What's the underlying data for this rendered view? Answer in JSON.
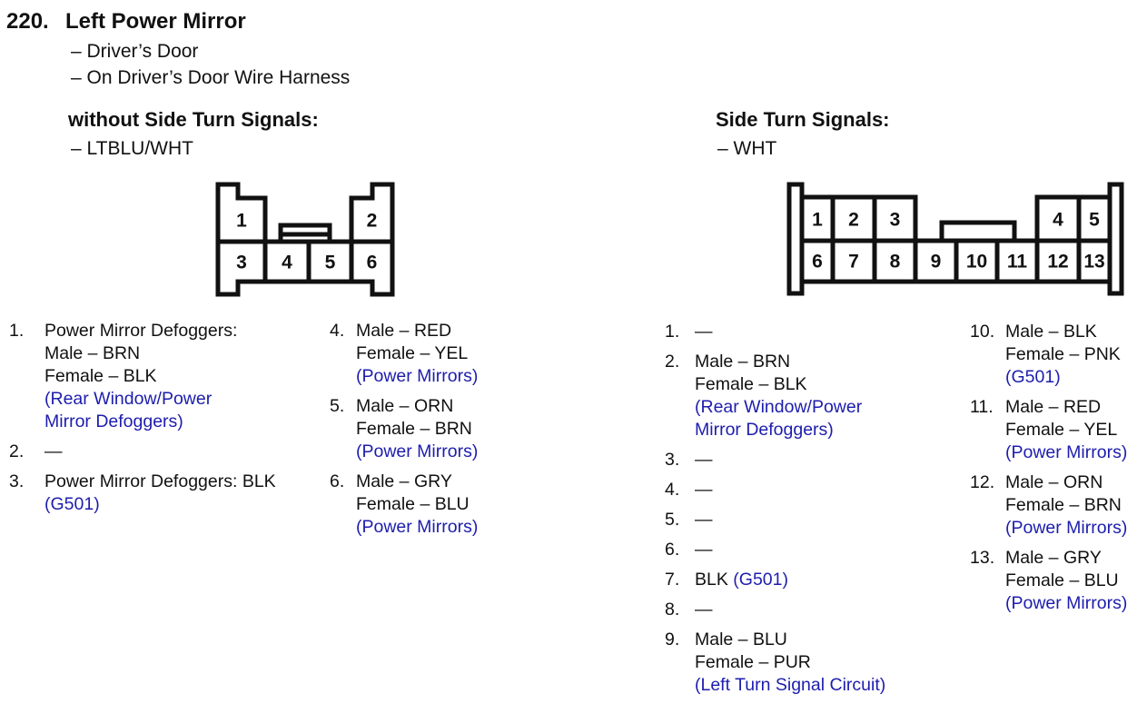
{
  "page": {
    "background": "#ffffff",
    "text_color": "#111111",
    "circuit_link_color": "#1d1dae"
  },
  "header": {
    "number": "220.",
    "title": "Left Power Mirror",
    "subitems": [
      "– Driver’s Door",
      "– On Driver’s Door Wire Harness"
    ]
  },
  "sections": {
    "left": {
      "heading": "without Side Turn Signals:",
      "wire": "– LTBLU/WHT",
      "connector": {
        "pins": [
          "1",
          "2",
          "3",
          "4",
          "5",
          "6"
        ]
      },
      "list_col1": [
        {
          "num": "1.",
          "lines": [
            [
              {
                "t": "Power Mirror Defoggers:"
              }
            ],
            [
              {
                "t": "Male – BRN"
              }
            ],
            [
              {
                "t": "Female – BLK"
              }
            ],
            [
              {
                "t": "(Rear Window/Power",
                "blue": true
              }
            ],
            [
              {
                "t": "Mirror Defoggers)",
                "blue": true
              }
            ]
          ]
        },
        {
          "num": "2.",
          "lines": [
            [
              {
                "t": "—"
              }
            ]
          ]
        },
        {
          "num": "3.",
          "lines": [
            [
              {
                "t": "Power Mirror Defoggers: BLK"
              }
            ],
            [
              {
                "t": "(G501)",
                "blue": true
              }
            ]
          ]
        }
      ],
      "list_col2": [
        {
          "num": "4.",
          "lines": [
            [
              {
                "t": "Male – RED"
              }
            ],
            [
              {
                "t": "Female – YEL"
              }
            ],
            [
              {
                "t": "(Power Mirrors)",
                "blue": true
              }
            ]
          ]
        },
        {
          "num": "5.",
          "lines": [
            [
              {
                "t": "Male – ORN"
              }
            ],
            [
              {
                "t": "Female – BRN"
              }
            ],
            [
              {
                "t": "(Power Mirrors)",
                "blue": true
              }
            ]
          ]
        },
        {
          "num": "6.",
          "lines": [
            [
              {
                "t": "Male – GRY"
              }
            ],
            [
              {
                "t": "Female – BLU"
              }
            ],
            [
              {
                "t": "(Power Mirrors)",
                "blue": true
              }
            ]
          ]
        }
      ]
    },
    "right": {
      "heading": "Side Turn Signals:",
      "wire": "– WHT",
      "connector": {
        "pins": [
          "1",
          "2",
          "3",
          "4",
          "5",
          "6",
          "7",
          "8",
          "9",
          "10",
          "11",
          "12",
          "13"
        ]
      },
      "list_col1": [
        {
          "num": "1.",
          "lines": [
            [
              {
                "t": "—"
              }
            ]
          ]
        },
        {
          "num": "2.",
          "lines": [
            [
              {
                "t": "Male – BRN"
              }
            ],
            [
              {
                "t": "Female – BLK"
              }
            ],
            [
              {
                "t": "(Rear Window/Power",
                "blue": true
              }
            ],
            [
              {
                "t": "Mirror Defoggers)",
                "blue": true
              }
            ]
          ]
        },
        {
          "num": "3.",
          "lines": [
            [
              {
                "t": "—"
              }
            ]
          ]
        },
        {
          "num": "4.",
          "lines": [
            [
              {
                "t": "—"
              }
            ]
          ]
        },
        {
          "num": "5.",
          "lines": [
            [
              {
                "t": "—"
              }
            ]
          ]
        },
        {
          "num": "6.",
          "lines": [
            [
              {
                "t": "—"
              }
            ]
          ]
        },
        {
          "num": "7.",
          "lines": [
            [
              {
                "t": "BLK "
              },
              {
                "t": "(G501)",
                "blue": true
              }
            ]
          ]
        },
        {
          "num": "8.",
          "lines": [
            [
              {
                "t": "—"
              }
            ]
          ]
        },
        {
          "num": "9.",
          "lines": [
            [
              {
                "t": "Male – BLU"
              }
            ],
            [
              {
                "t": "Female – PUR"
              }
            ],
            [
              {
                "t": "(Left Turn Signal Circuit)",
                "blue": true
              }
            ]
          ]
        }
      ],
      "list_col2": [
        {
          "num": "10.",
          "lines": [
            [
              {
                "t": "Male – BLK"
              }
            ],
            [
              {
                "t": "Female – PNK"
              }
            ],
            [
              {
                "t": "(G501)",
                "blue": true
              }
            ]
          ]
        },
        {
          "num": "11.",
          "lines": [
            [
              {
                "t": "Male – RED"
              }
            ],
            [
              {
                "t": "Female – YEL"
              }
            ],
            [
              {
                "t": "(Power Mirrors)",
                "blue": true
              }
            ]
          ]
        },
        {
          "num": "12.",
          "lines": [
            [
              {
                "t": "Male – ORN"
              }
            ],
            [
              {
                "t": "Female – BRN"
              }
            ],
            [
              {
                "t": "(Power Mirrors)",
                "blue": true
              }
            ]
          ]
        },
        {
          "num": "13.",
          "lines": [
            [
              {
                "t": "Male – GRY"
              }
            ],
            [
              {
                "t": "Female – BLU"
              }
            ],
            [
              {
                "t": "(Power Mirrors)",
                "blue": true
              }
            ]
          ]
        }
      ]
    }
  }
}
